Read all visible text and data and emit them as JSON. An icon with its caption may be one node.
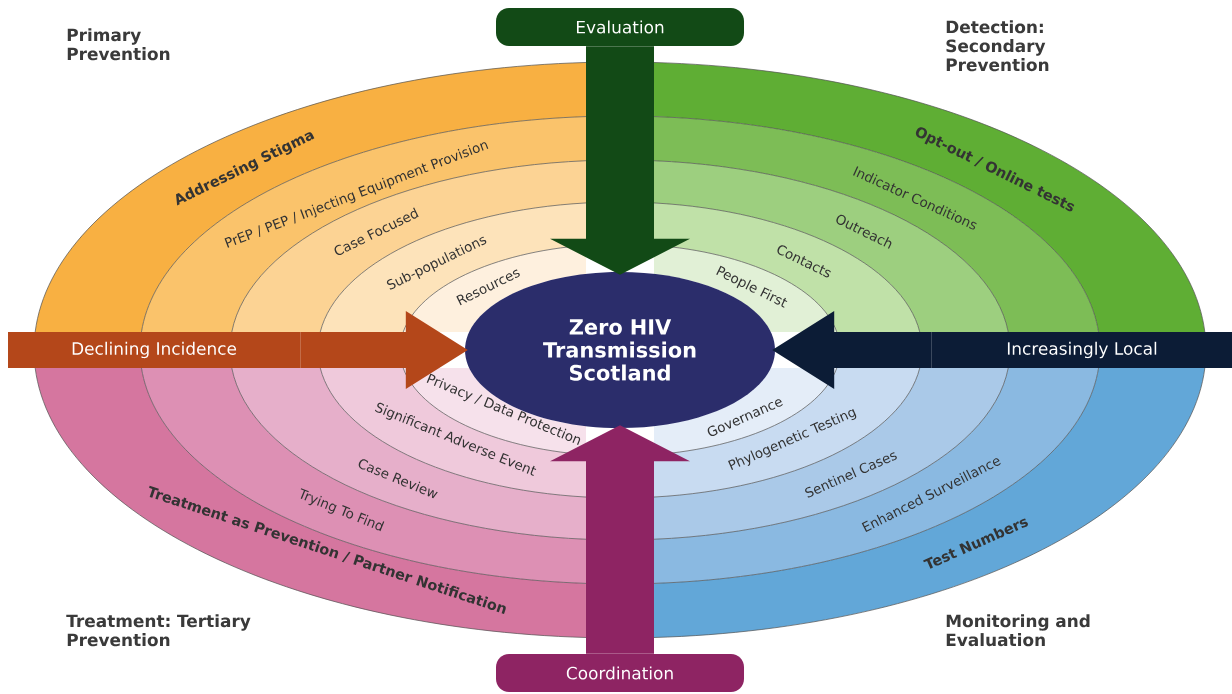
{
  "diagram": {
    "nodes": [
      {
        "text": [
          "Zero HIV Transmission Scotland"
        ]
      },
      {
        "text": [
          "Evaluation"
        ]
      },
      {
        "text": [
          "Declining Incidence"
        ]
      },
      {
        "text": [
          "Increasingly Local"
        ]
      },
      {
        "text": [
          "Coordination"
        ]
      },
      {
        "text": [
          "Addressing Stigma"
        ]
      },
      {
        "text": [
          "PrEP / PEP / Injecting Equipment Provision"
        ]
      },
      {
        "text": [
          "Case Focused"
        ]
      },
      {
        "text": [
          "Sub-populations"
        ]
      },
      {
        "text": [
          "Resources"
        ]
      },
      {
        "text": [
          "Opt-out / Online tests"
        ]
      },
      {
        "text": [
          "Indicator Conditions"
        ]
      },
      {
        "text": [
          "Outreach"
        ]
      },
      {
        "text": [
          "Contacts"
        ]
      },
      {
        "text": [
          "People First"
        ]
      },
      {
        "text": [
          "Treatment as Prevention / Partner Notification"
        ]
      },
      {
        "text": [
          "Trying To Find"
        ]
      },
      {
        "text": [
          "Case Review"
        ]
      },
      {
        "text": [
          "Significant Adverse Event"
        ]
      },
      {
        "text": [
          "Privacy / Data Protection"
        ]
      },
      {
        "text": [
          "Test Numbers"
        ]
      },
      {
        "text": [
          "Enhanced Surveillance"
        ]
      },
      {
        "text": [
          "Sentinel Cases"
        ]
      },
      {
        "text": [
          "Phylogenetic Testing"
        ]
      },
      {
        "text": [
          "Governance"
        ]
      }
    ],
    "edges": [
      {
        "from": 1,
        "to": 0,
        "arrow": "to",
        "style": "thick",
        "color": "#124a16"
      },
      {
        "from": 2,
        "to": 0,
        "arrow": "to",
        "style": "thick",
        "color": "#b4471a"
      },
      {
        "from": 3,
        "to": 0,
        "arrow": "to",
        "style": "thick",
        "color": "#0c1c36"
      },
      {
        "from": 4,
        "to": 0,
        "arrow": "to",
        "style": "thick",
        "color": "#8e2463"
      }
    ],
    "labels": [
      "Primary Prevention",
      "Detection: Secondary Prevention",
      "Treatment: Tertiary Prevention",
      "Monitoring and Evaluation"
    ]
  }
}
